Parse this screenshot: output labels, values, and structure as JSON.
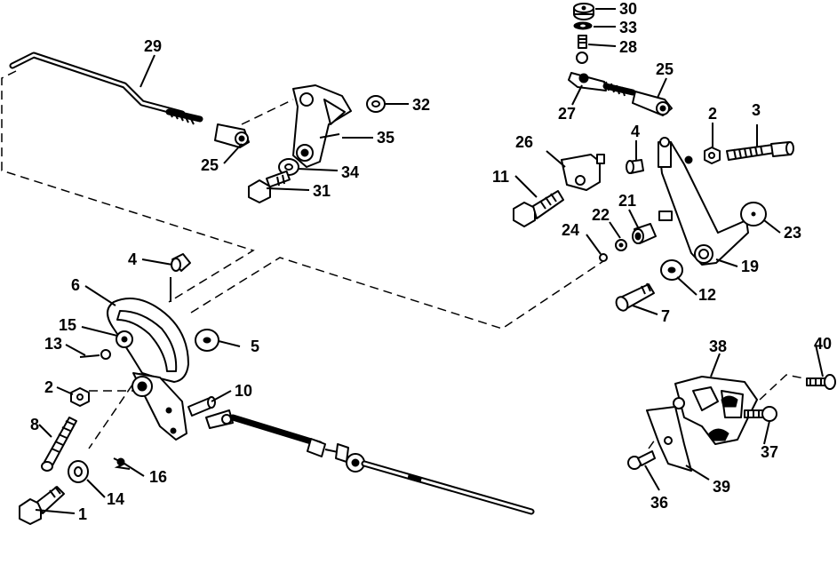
{
  "callouts": {
    "c1": "1",
    "c2a": "2",
    "c2b": "2",
    "c3": "3",
    "c4a": "4",
    "c4b": "4",
    "c5": "5",
    "c6": "6",
    "c7": "7",
    "c8": "8",
    "c10": "10",
    "c11": "11",
    "c12": "12",
    "c13": "13",
    "c14": "14",
    "c15": "15",
    "c16": "16",
    "c19": "19",
    "c21": "21",
    "c22": "22",
    "c23": "23",
    "c24": "24",
    "c25a": "25",
    "c25b": "25",
    "c26": "26",
    "c27": "27",
    "c28": "28",
    "c29": "29",
    "c30": "30",
    "c31": "31",
    "c32": "32",
    "c33": "33",
    "c34": "34",
    "c35": "35",
    "c36": "36",
    "c37": "37",
    "c38": "38",
    "c39": "39",
    "c40": "40"
  }
}
